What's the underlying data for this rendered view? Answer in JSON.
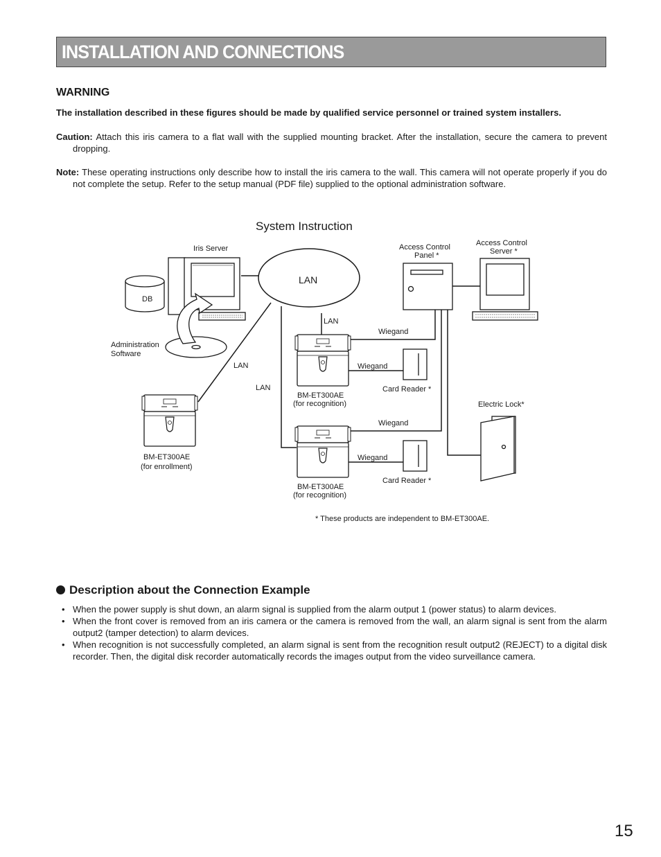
{
  "header": {
    "title": "INSTALLATION AND CONNECTIONS"
  },
  "warning": {
    "heading": "WARNING",
    "text": "The installation described in these figures should be made by qualified service personnel or trained system installers."
  },
  "caution": {
    "label": "Caution:",
    "text": " Attach this iris camera to a flat wall with the supplied mounting bracket. After the installation, secure the camera to prevent dropping."
  },
  "note": {
    "label": "Note:",
    "text": " These operating instructions only describe how to install the iris camera to the wall. This camera will not operate properly if you do not complete the setup. Refer to the setup manual (PDF file) supplied to the optional administration software."
  },
  "diagram": {
    "title": "System Instruction",
    "iris_server": "Iris Server",
    "db": "DB",
    "admin_software_1": "Administration",
    "admin_software_2": "Software",
    "lan_cloud": "LAN",
    "lan_1": "LAN",
    "lan_2": "LAN",
    "lan_3": "LAN",
    "acp_1": "Access Control",
    "acp_2": "Panel *",
    "acs_1": "Access Control",
    "acs_2": "Server *",
    "wiegand_1": "Wiegand",
    "wiegand_2": "Wiegand",
    "wiegand_3": "Wiegand",
    "wiegand_4": "Wiegand",
    "card_reader_1": "Card Reader *",
    "card_reader_2": "Card Reader *",
    "electric_lock": "Electric Lock*",
    "cam_rec1_1": "BM-ET300AE",
    "cam_rec1_2": "(for recognition)",
    "cam_rec2_1": "BM-ET300AE",
    "cam_rec2_2": "(for recognition)",
    "cam_enr_1": "BM-ET300AE",
    "cam_enr_2": "(for enrollment)",
    "footnote": "* These products are independent to BM-ET300AE."
  },
  "description": {
    "heading": "Description about the Connection Example",
    "bullets": [
      "When the power supply is shut down, an alarm signal is supplied from the alarm output 1 (power status) to alarm devices.",
      "When the front cover is removed from an iris camera or the camera is removed from the wall, an alarm signal is sent from the alarm output2 (tamper detection) to alarm devices.",
      "When recognition is not successfully completed, an alarm signal is sent from the recognition result output2 (REJECT) to a digital disk recorder. Then, the digital disk recorder automatically records the images output from the video surveillance camera."
    ]
  },
  "page_number": "15"
}
